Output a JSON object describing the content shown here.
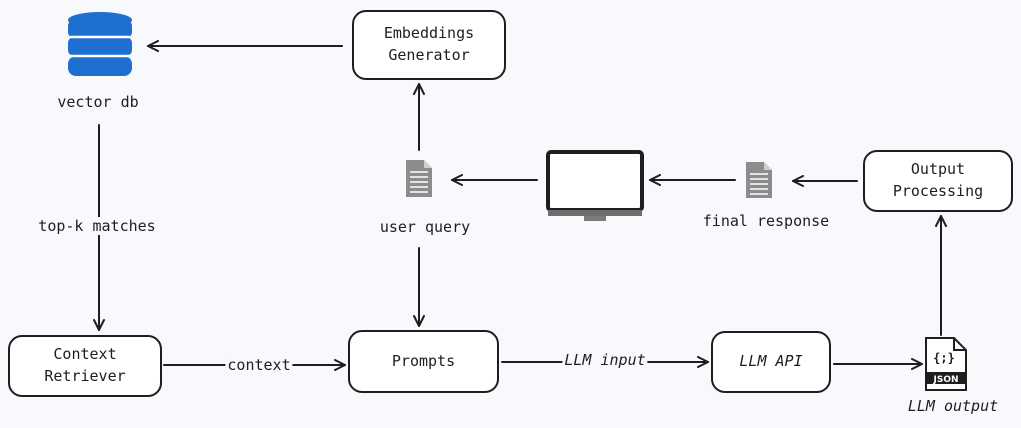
{
  "nodes": {
    "embeddings_generator": "Embeddings\nGenerator",
    "output_processing": "Output\nProcessing",
    "context_retriever": "Context\nRetriever",
    "prompts": "Prompts",
    "llm_api": "LLM API"
  },
  "labels": {
    "vector_db": "vector db",
    "top_k": "top-k matches",
    "user_query": "user query",
    "final_response": "final response",
    "llm_output": "LLM output",
    "context": "context",
    "llm_input": "LLM input",
    "json_badge": "JSON",
    "json_glyph": "{;}"
  },
  "icons": {
    "database": "database-icon",
    "monitor": "monitor-icon",
    "document": "document-icon",
    "json_file": "json-file-icon"
  },
  "colors": {
    "database_blue": "#1e6fd0",
    "stroke": "#1e1e1e",
    "document_gray": "#8c8c8c"
  }
}
